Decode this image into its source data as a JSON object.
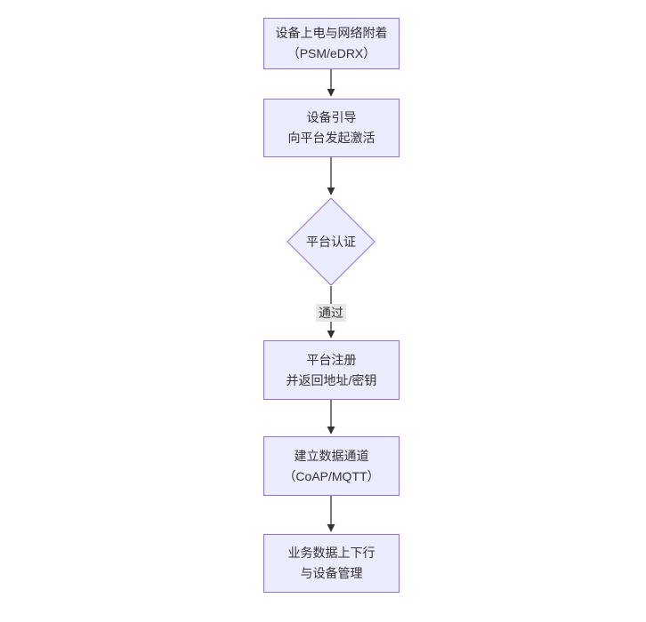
{
  "diagram": {
    "type": "flowchart",
    "direction": "top-down",
    "nodes": [
      {
        "id": "A",
        "shape": "rect",
        "lines": [
          "设备上电与网络附着",
          "（PSM/eDRX）"
        ]
      },
      {
        "id": "B",
        "shape": "rect",
        "lines": [
          "设备引导",
          "向平台发起激活"
        ]
      },
      {
        "id": "C",
        "shape": "diamond",
        "lines": [
          "平台认证"
        ]
      },
      {
        "id": "D",
        "shape": "rect",
        "lines": [
          "平台注册",
          "并返回地址/密钥"
        ]
      },
      {
        "id": "E",
        "shape": "rect",
        "lines": [
          "建立数据通道",
          "（CoAP/MQTT）"
        ]
      },
      {
        "id": "F",
        "shape": "rect",
        "lines": [
          "业务数据上下行",
          "与设备管理"
        ]
      }
    ],
    "edges": [
      {
        "from": "A",
        "to": "B",
        "label": ""
      },
      {
        "from": "B",
        "to": "C",
        "label": ""
      },
      {
        "from": "C",
        "to": "D",
        "label": "通过"
      },
      {
        "from": "D",
        "to": "E",
        "label": ""
      },
      {
        "from": "E",
        "to": "F",
        "label": ""
      }
    ],
    "colors": {
      "node_fill": "#ECECFF",
      "node_border": "#9370DB",
      "text": "#333333",
      "arrow": "#333333",
      "edge_label_bg": "#e8e8e8",
      "canvas_bg": "#ffffff"
    }
  }
}
